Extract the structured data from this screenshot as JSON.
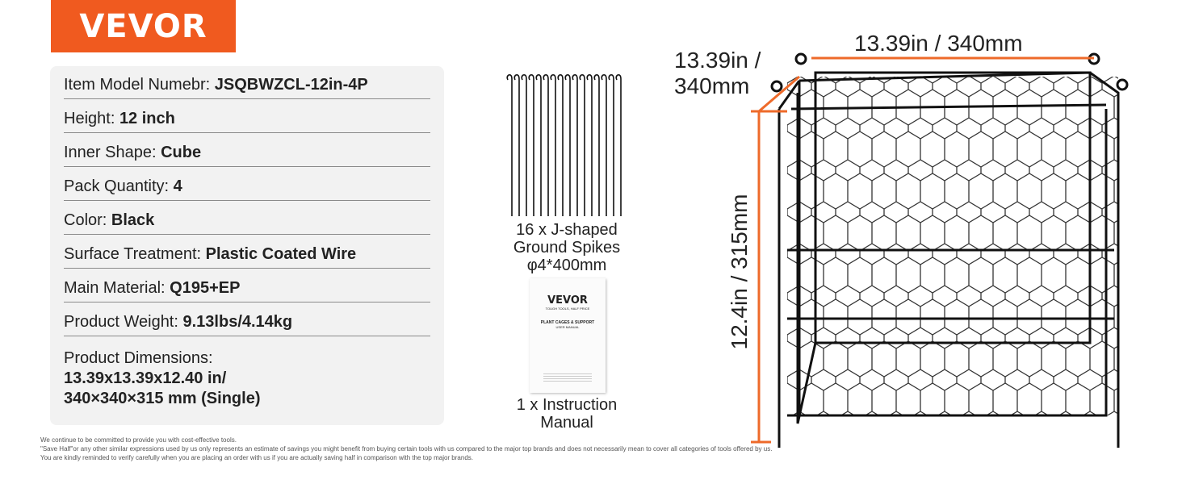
{
  "brand": "VEVOR",
  "specs": [
    {
      "label": "Item Model Numebr:",
      "value": "JSQBWZCL-12in-4P"
    },
    {
      "label": "Height:",
      "value": "12 inch"
    },
    {
      "label": "Inner Shape:",
      "value": "Cube"
    },
    {
      "label": "Pack Quantity:",
      "value": "4"
    },
    {
      "label": "Color:",
      "value": "Black"
    },
    {
      "label": "Surface Treatment:",
      "value": "Plastic Coated Wire"
    },
    {
      "label": "Main Material:",
      "value": "Q195+EP"
    },
    {
      "label": "Product Weight:",
      "value": "9.13lbs/4.14kg"
    }
  ],
  "dimensions": {
    "label": "Product Dimensions:",
    "line1": "13.39x13.39x12.40 in/",
    "line2": "340×340×315 mm (Single)"
  },
  "spikes": {
    "line1": "16 x J-shaped",
    "line2": "Ground Spikes",
    "line3": "φ4*400mm"
  },
  "manual": {
    "brand": "VEVOR",
    "tagline": "TOUGH TOOLS, HALF PRICE",
    "title": "PLANT CAGES & SUPPORT",
    "subtitle": "USER MANUAL",
    "line1": "1 x Instruction",
    "line2": "Manual"
  },
  "cage_dims": {
    "width": "13.39in / 340mm",
    "depth_1": "13.39in /",
    "depth_2": "340mm",
    "height": "12.4in / 315mm"
  },
  "disclaimer": [
    "We continue to be committed to provide you with cost-effective tools.",
    "\"Save Half\"or any other similar expressions used by us only represents an estimate of savings you might benefit from buying certain tools with us compared to the major top brands and does not necessarily mean to cover all categories of tools offered by us.",
    "You are kindly reminded to verify carefully when you are placing an order with us if you are actually saving half in comparison with the top major brands."
  ],
  "colors": {
    "accent": "#f05a1f",
    "panel": "#f2f2f2"
  }
}
